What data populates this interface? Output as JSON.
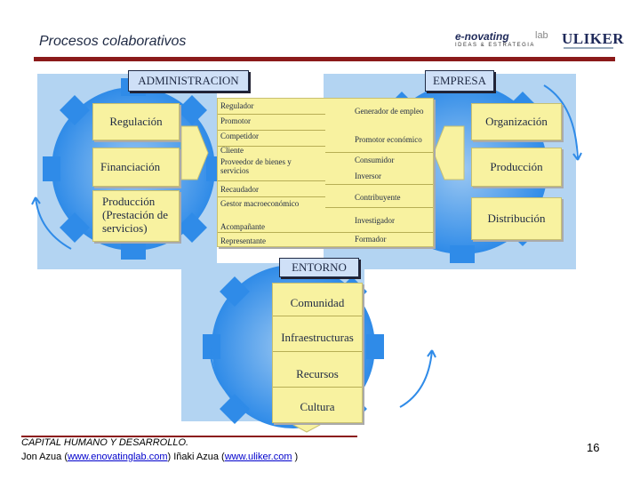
{
  "header": {
    "title": "Procesos colaborativos",
    "logo_enovating": "e-novating",
    "logo_enovating_lab": "lab",
    "logo_enovating_sub": "IDEAS & ESTRATEGIA",
    "logo_uliker": "ULIKER"
  },
  "administracion": {
    "title": "ADMINISTRACION",
    "items": [
      "Regulación",
      "Financiación",
      "Producción (Prestación de servicios)"
    ]
  },
  "empresa": {
    "title": "EMPRESA",
    "items": [
      "Organización",
      "Producción",
      "Distribución"
    ]
  },
  "roles_left": [
    "Regulador",
    "Promotor",
    "Competidor",
    "Cliente",
    "Proveedor de bienes y servicios",
    "Recaudador",
    "Gestor macroeconómico",
    "Acompañante",
    "Representante"
  ],
  "roles_right": [
    "Generador de empleo",
    "Promotor económico",
    "Consumidor",
    "Inversor",
    "Contribuyente",
    "Investigador",
    "Formador"
  ],
  "entorno": {
    "title": "ENTORNO",
    "items": [
      "Comunidad",
      "Infraestructuras",
      "Recursos",
      "Cultura"
    ]
  },
  "footer": {
    "line1": "CAPITAL HUMANO Y DESARROLLO.",
    "line2_prefix": "Jon Azua (",
    "link1": "www.enovatinglab.com",
    "line2_mid": ") Iñaki Azua (",
    "link2": "www.uliker.com",
    "line2_suffix": " )",
    "page_number": "16"
  },
  "colors": {
    "panel": "#b3d4f2",
    "gear": "#2f8be8",
    "yellow_box": "#f8f2a0",
    "accent_line": "#8b1a1a"
  }
}
